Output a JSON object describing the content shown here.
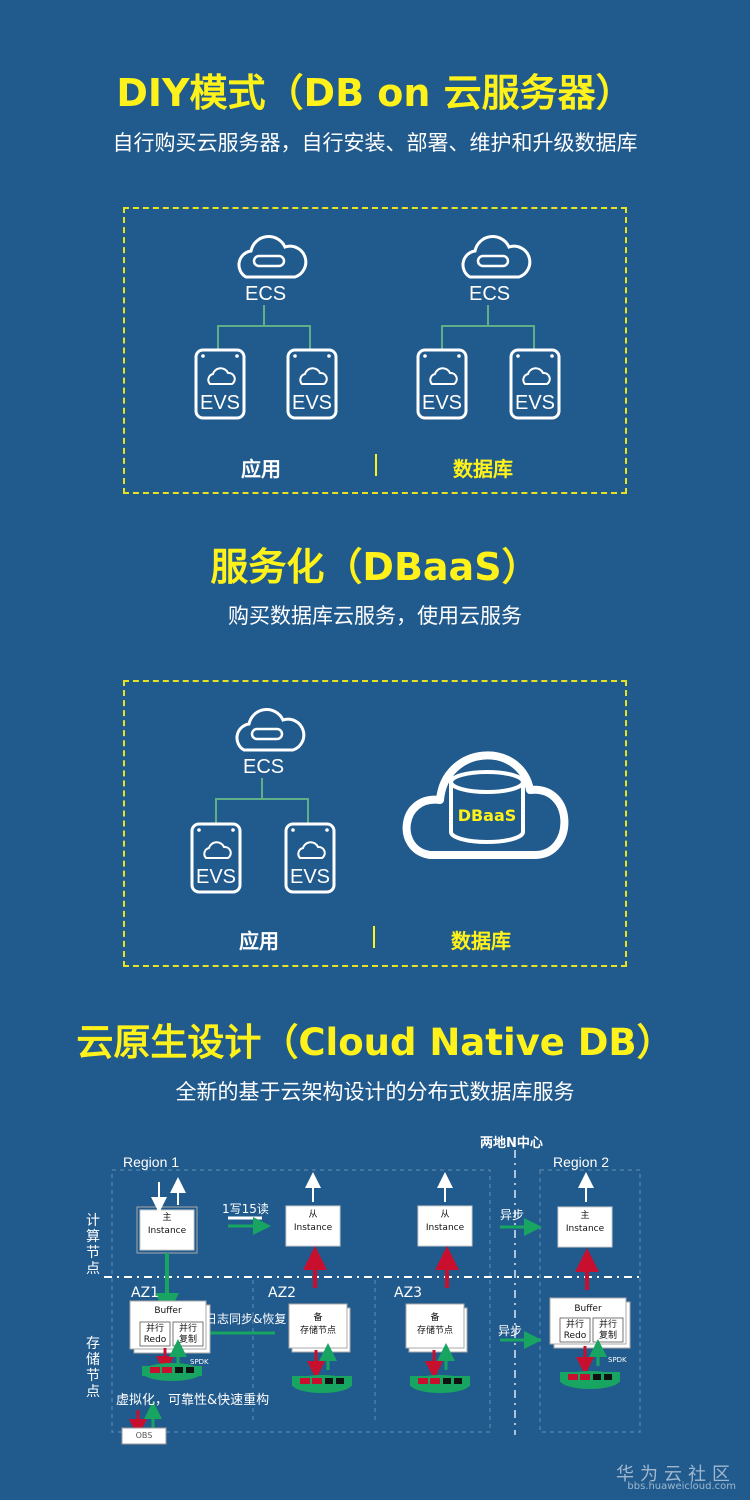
{
  "sections": [
    {
      "title": "DIY模式（DB on 云服务器）",
      "subtitle": "自行购买云服务器，自行安装、部署、维护和升级数据库"
    },
    {
      "title": "服务化（DBaaS）",
      "subtitle": "购买数据库云服务，使用云服务"
    },
    {
      "title": "云原生设计（Cloud Native DB）",
      "subtitle": "全新的基于云架构设计的分布式数据库服务"
    }
  ],
  "diy": {
    "ecs": "ECS",
    "evs": "EVS",
    "app": "应用",
    "db": "数据库"
  },
  "dbaas": {
    "ecs": "ECS",
    "evs": "EVS",
    "service": "DBaaS",
    "app": "应用",
    "db": "数据库"
  },
  "native": {
    "header": "两地N中心",
    "region1": "Region 1",
    "region2": "Region 2",
    "compute": "计算节点",
    "storage": "存储节点",
    "rw": "1写15读",
    "async1": "异步",
    "async2": "异步",
    "primary": "主",
    "replica": "从",
    "backup": "备",
    "instance": "Instance",
    "az1": "AZ1",
    "az2": "AZ2",
    "az3": "AZ3",
    "log_sync": "日志同步&恢复",
    "buffer": "Buffer",
    "parallel": "并行",
    "redo": "Redo",
    "copy": "并行复制",
    "store_node": "存储节点",
    "spdk": "SPDK",
    "virt": "虚拟化，可靠性&快速重构",
    "obs": "OBS"
  },
  "watermark": {
    "name": "华为云社区",
    "url": "bbs.huaweicloud.com"
  },
  "colors": {
    "bg": "#215a8c",
    "title": "#fff21a",
    "dash": "#e7e321",
    "line": "#5fb089",
    "green": "#18a562",
    "red": "#c8102e"
  }
}
